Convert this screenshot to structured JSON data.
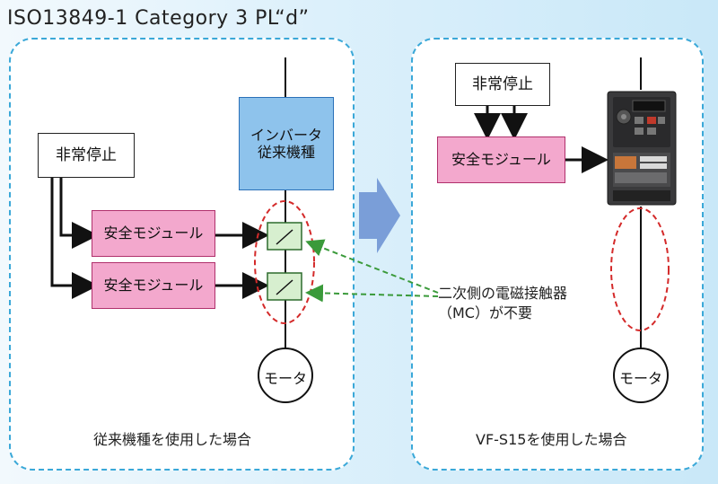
{
  "title": "ISO13849-1 Category 3 PL“d”",
  "left": {
    "estop": "非常停止",
    "inverter_line1": "インバータ",
    "inverter_line2": "従来機種",
    "safety_module_1": "安全モジュール",
    "safety_module_2": "安全モジュール",
    "motor": "モータ",
    "caption": "従来機種を使用した場合"
  },
  "right": {
    "estop": "非常停止",
    "safety_module": "安全モジュール",
    "motor": "モータ",
    "caption": "VF-S15を使用した場合"
  },
  "note_line1": "二次側の電磁接触器",
  "note_line2": "（MC）が不要",
  "colors": {
    "panel_border": "#3aa8d8",
    "safety_fill": "#f3a8cd",
    "inverter_fill": "#8ec3ec",
    "contact_fill": "#d7efcf",
    "arrow_green": "#3a9a3a",
    "ellipse_red": "#d42a2a",
    "transition_arrow": "#7a9ed8"
  }
}
